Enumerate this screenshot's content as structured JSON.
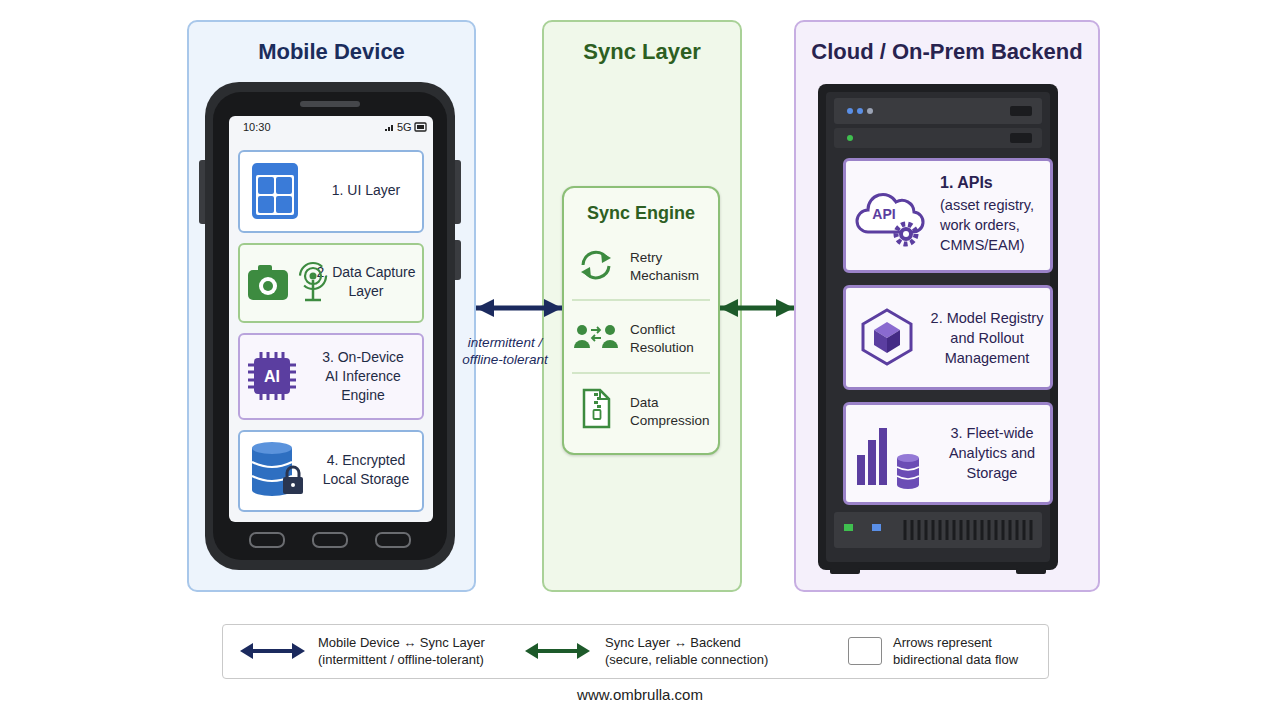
{
  "diagram": {
    "caption": "www.ombrulla.com",
    "nodes": [
      {
        "text": [
          "Mobile Device"
        ]
      },
      {
        "text": [
          "1. UI Layer"
        ],
        "in": 0
      },
      {
        "text": [
          "2. Data Capture Layer"
        ],
        "in": 0
      },
      {
        "text": [
          "3. On-Device AI Inference Engine"
        ],
        "in": 0
      },
      {
        "text": [
          "4. Encrypted Local Storage"
        ],
        "in": 0
      },
      {
        "text": [
          "Sync Layer"
        ]
      },
      {
        "text": [
          "Sync Engine",
          "Retry Mechanism",
          "Conflict Resolution",
          "Data Compression"
        ],
        "in": 5
      },
      {
        "text": [
          "Cloud / On-Prem Backend"
        ]
      },
      {
        "text": [
          "1. APIs",
          "(asset registry, work orders, CMMS/EAM)"
        ],
        "in": 7
      },
      {
        "text": [
          "2. Model Registry and Rollout Management"
        ],
        "in": 7
      },
      {
        "text": [
          "3. Fleet-wide Analytics and Storage"
        ],
        "in": 7
      }
    ],
    "edges": [
      {
        "from": 0,
        "to": 6,
        "label": "intermittent / offline-tolerant",
        "arrow": "both"
      },
      {
        "from": 6,
        "to": 7,
        "arrow": "both"
      }
    ],
    "labels": [
      "10:30",
      "5G",
      "AI",
      "API"
    ],
    "legend": [
      {
        "text": "Mobile Device ↔ Sync Layer (intermittent / offline-tolerant)"
      },
      {
        "text": "Sync Layer ↔ Backend (secure, reliable connection)"
      },
      {
        "text": "Arrows represent bidirectional data flow",
        "color": "#ffffff"
      }
    ]
  }
}
